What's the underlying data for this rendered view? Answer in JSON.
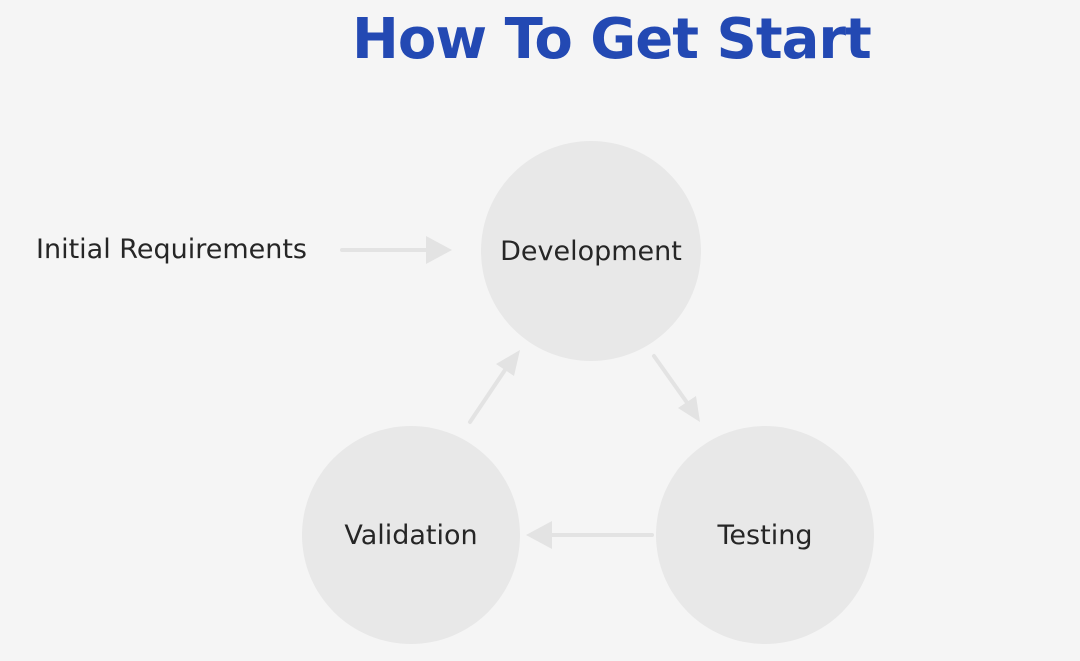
{
  "title": "How To Get Start",
  "input_label": "Initial Requirements",
  "nodes": {
    "development": "Development",
    "testing": "Testing",
    "validation": "Validation"
  },
  "colors": {
    "title": "#2349b3",
    "node_fill": "#e8e8e8",
    "arrow": "#e3e3e3",
    "text": "#262626",
    "background": "#f5f5f5"
  }
}
